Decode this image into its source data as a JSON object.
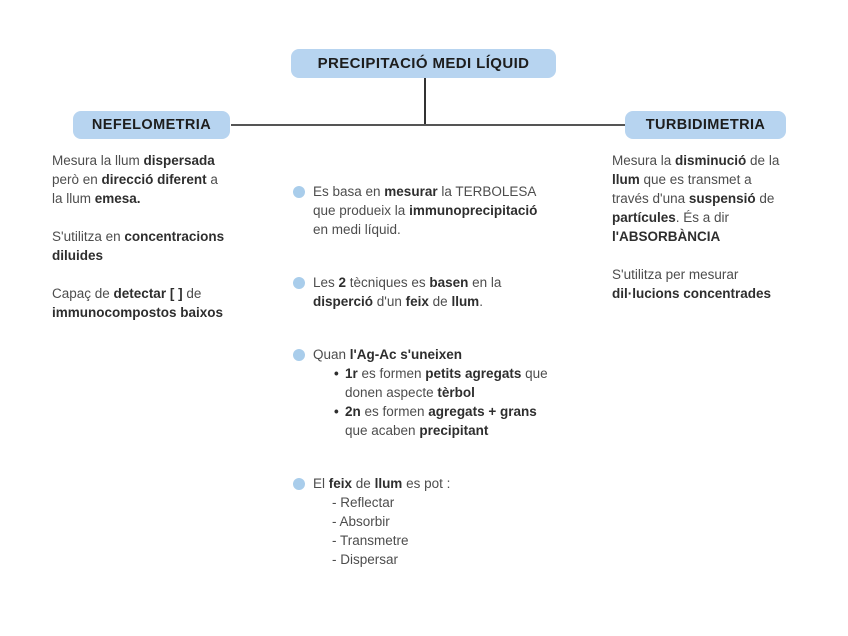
{
  "nodes": {
    "title": {
      "label": "PRECIPITACIÓ MEDI LÍQUID"
    },
    "left": {
      "label": "NEFELOMETRIA"
    },
    "right": {
      "label": "TURBIDIMETRIA"
    }
  },
  "colors": {
    "node_bg": "#b7d4f0",
    "bullet": "#a9cdeb",
    "text_regular": "#4d4d4d",
    "text_bold": "#2e2e2e",
    "connector": "#555555",
    "background": "#ffffff"
  },
  "markers": {
    "sub_bullet": "•"
  },
  "left_column": {
    "paragraphs": [
      [
        [
          [
            "Mesura la llum ",
            0
          ],
          [
            "dispersada",
            1
          ]
        ],
        [
          [
            "però en ",
            0
          ],
          [
            "direcció diferent",
            1
          ],
          [
            " a",
            0
          ]
        ],
        [
          [
            "la llum ",
            0
          ],
          [
            "emesa.",
            1
          ]
        ]
      ],
      [
        [
          [
            "S'utilitza en ",
            0
          ],
          [
            "concentracions",
            1
          ]
        ],
        [
          [
            "diluides",
            1
          ]
        ]
      ],
      [
        [
          [
            "Capaç de ",
            0
          ],
          [
            "detectar [ ]",
            1
          ],
          [
            " de",
            0
          ]
        ],
        [
          [
            "immunocompostos baixos",
            1
          ]
        ]
      ]
    ]
  },
  "right_column": {
    "paragraphs": [
      [
        [
          [
            "Mesura la ",
            0
          ],
          [
            "disminució",
            1
          ],
          [
            " de la",
            0
          ]
        ],
        [
          [
            "llum",
            1
          ],
          [
            " que es transmet a",
            0
          ]
        ],
        [
          [
            "través d'una ",
            0
          ],
          [
            "suspensió",
            1
          ],
          [
            " de",
            0
          ]
        ],
        [
          [
            "partícules",
            1
          ],
          [
            ". És a dir",
            0
          ]
        ],
        [
          [
            "l'ABSORBÀNCIA",
            1
          ]
        ]
      ],
      [
        [
          [
            "S'utilitza per mesurar",
            0
          ]
        ],
        [
          [
            "dil·lucions concentrades",
            1
          ]
        ]
      ]
    ]
  },
  "center": {
    "bullets": [
      {
        "lines": [
          [
            [
              "Es basa en ",
              0
            ],
            [
              "mesurar",
              1
            ],
            [
              " la TERBOLESA",
              0
            ]
          ],
          [
            [
              "que produeix la ",
              0
            ],
            [
              "immunoprecipitació",
              1
            ]
          ],
          [
            [
              "en medi líquid.",
              0
            ]
          ]
        ]
      },
      {
        "lines": [
          [
            [
              "Les ",
              0
            ],
            [
              "2",
              1
            ],
            [
              " tècniques es ",
              0
            ],
            [
              "basen",
              1
            ],
            [
              " en la",
              0
            ]
          ],
          [
            [
              "disperció",
              1
            ],
            [
              " d'un ",
              0
            ],
            [
              "feix",
              1
            ],
            [
              " de ",
              0
            ],
            [
              "llum",
              1
            ],
            [
              ".",
              0
            ]
          ]
        ]
      },
      {
        "lines": [
          [
            [
              "Quan ",
              0
            ],
            [
              "l'Ag-Ac s'uneixen",
              1
            ]
          ]
        ],
        "subs": [
          [
            [
              [
                "1r",
                1
              ],
              [
                " es formen ",
                0
              ],
              [
                "petits agregats",
                1
              ],
              [
                " que",
                0
              ]
            ],
            [
              [
                "donen aspecte ",
                0
              ],
              [
                "tèrbol",
                1
              ]
            ]
          ],
          [
            [
              [
                "2n",
                1
              ],
              [
                " es formen ",
                0
              ],
              [
                "agregats + grans",
                1
              ]
            ],
            [
              [
                "que acaben ",
                0
              ],
              [
                "precipitant",
                1
              ]
            ]
          ]
        ]
      },
      {
        "lines": [
          [
            [
              "El ",
              0
            ],
            [
              "feix",
              1
            ],
            [
              " de ",
              0
            ],
            [
              "llum",
              1
            ],
            [
              " es pot :",
              0
            ]
          ]
        ],
        "dashes": [
          [
            [
              "- Reflectar",
              0
            ]
          ],
          [
            [
              "- Absorbir",
              0
            ]
          ],
          [
            [
              "- Transmetre",
              0
            ]
          ],
          [
            [
              "- Dispersar",
              0
            ]
          ]
        ]
      }
    ]
  }
}
